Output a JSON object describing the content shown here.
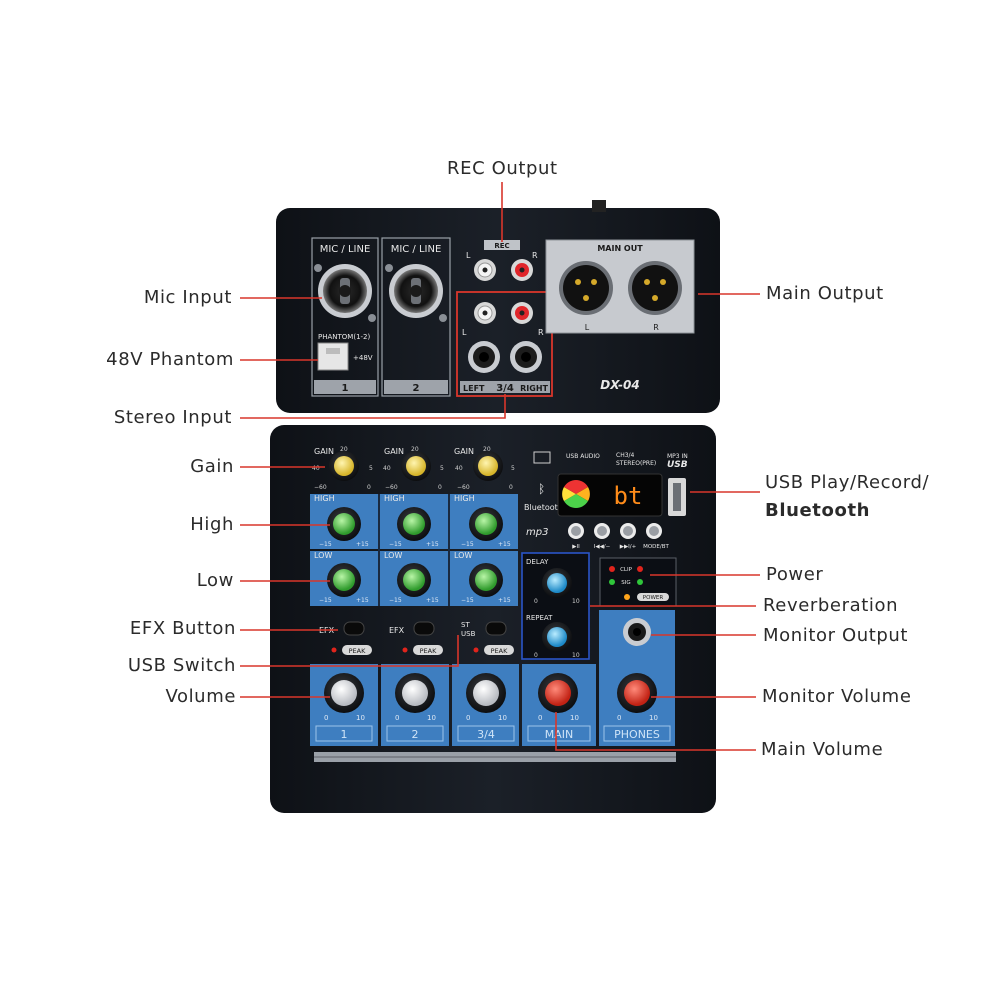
{
  "callouts_left": [
    {
      "id": "mic-input",
      "text": "Mic Input"
    },
    {
      "id": "phantom",
      "text": "48V Phantom"
    },
    {
      "id": "stereo-input",
      "text": "Stereo Input"
    },
    {
      "id": "gain",
      "text": "Gain"
    },
    {
      "id": "high",
      "text": "High"
    },
    {
      "id": "low",
      "text": "Low"
    },
    {
      "id": "efx-button",
      "text": "EFX Button"
    },
    {
      "id": "usb-switch",
      "text": "USB Switch"
    },
    {
      "id": "volume",
      "text": "Volume"
    }
  ],
  "callouts_right": [
    {
      "id": "main-output",
      "text": "Main Output"
    },
    {
      "id": "usb-play",
      "text": "USB Play/Record/"
    },
    {
      "id": "bluetooth",
      "text": "Bluetooth"
    },
    {
      "id": "power",
      "text": "Power"
    },
    {
      "id": "reverberation",
      "text": "Reverberation"
    },
    {
      "id": "monitor-output",
      "text": "Monitor Output"
    },
    {
      "id": "monitor-volume",
      "text": "Monitor Volume"
    },
    {
      "id": "main-volume",
      "text": "Main Volume"
    }
  ],
  "callout_top": {
    "text": "REC Output"
  },
  "device": {
    "model": "DX-04",
    "mic_line_1": "MIC / LINE",
    "mic_line_2": "MIC / LINE",
    "rec": "REC",
    "main_out": "MAIN OUT",
    "phantom_label": "PHANTOM(1-2)",
    "phantom_voltage": "+48V",
    "left": "L",
    "right": "R",
    "ch1": "1",
    "ch2": "2",
    "stereo_left": "LEFT",
    "stereo_mid": "3/4",
    "stereo_right": "RIGHT",
    "gain": "GAIN",
    "high": "HIGH",
    "low": "LOW",
    "efx": "EFX",
    "peak": "PEAK",
    "st": "ST",
    "usb": "USB",
    "bluetooth": "Bluetooth",
    "usb_audio": "USB AUDIO",
    "ch34": "CH3/4",
    "stereo_pre": "STEREO(PRE)",
    "mp3_in": "MP3 IN",
    "usb_logo": "USB",
    "display_text": "bt",
    "mp3_logo": "mp3",
    "transport": [
      "▶II",
      "I◀◀/−",
      "▶▶I/+",
      "MODE/BT"
    ],
    "delay": "DELAY",
    "repeat": "REPEAT",
    "clip": "CLIP",
    "sig": "SIG",
    "power_led": "POWER",
    "strip_labels": [
      "1",
      "2",
      "3/4",
      "MAIN",
      "PHONES"
    ],
    "scale_min": "0",
    "scale_max": "10",
    "gain_scale": [
      "20",
      "40",
      "5",
      "−60",
      "0"
    ],
    "eq_scale": [
      "−15",
      "+15"
    ]
  }
}
